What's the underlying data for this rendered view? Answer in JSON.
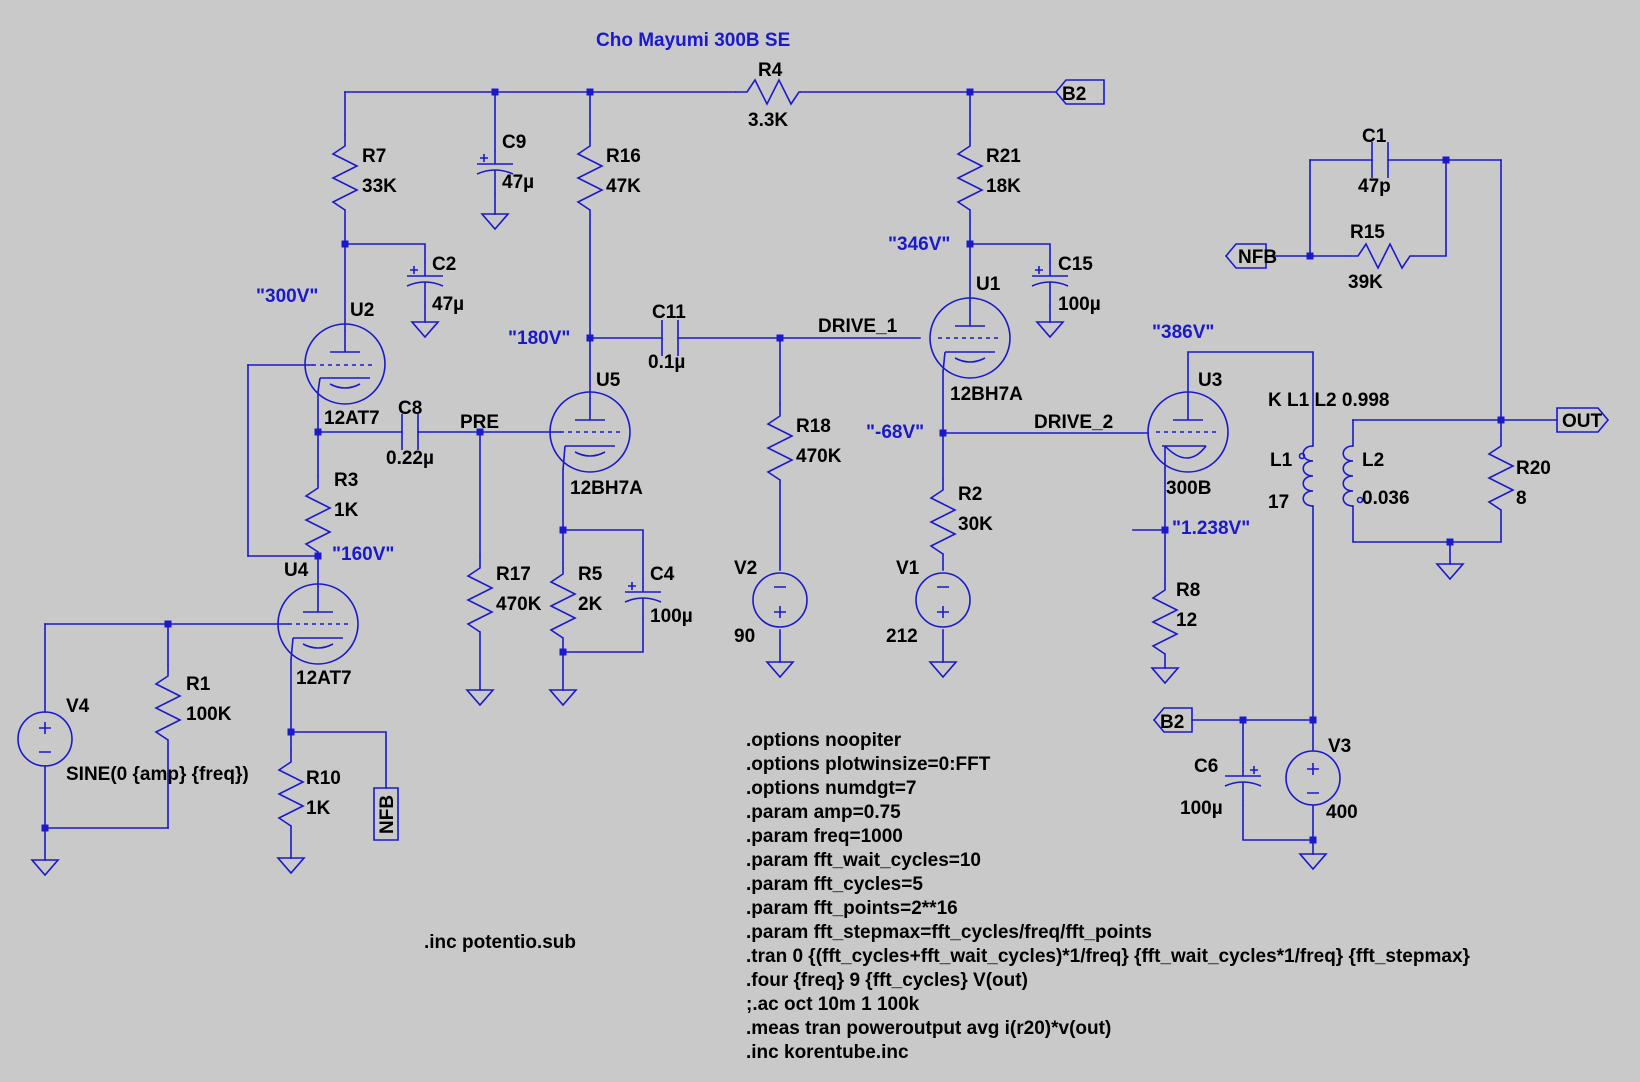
{
  "title": "Cho Mayumi 300B SE",
  "colors": {
    "background": "#c9c9c9",
    "wire": "#1a1acc",
    "label": "#000000",
    "annotation": "#1a1acc"
  },
  "components": {
    "R1": {
      "name": "R1",
      "value": "100K"
    },
    "R2": {
      "name": "R2",
      "value": "30K"
    },
    "R3": {
      "name": "R3",
      "value": "1K"
    },
    "R4": {
      "name": "R4",
      "value": "3.3K"
    },
    "R5": {
      "name": "R5",
      "value": "2K"
    },
    "R7": {
      "name": "R7",
      "value": "33K"
    },
    "R8": {
      "name": "R8",
      "value": "12"
    },
    "R10": {
      "name": "R10",
      "value": "1K"
    },
    "R15": {
      "name": "R15",
      "value": "39K"
    },
    "R16": {
      "name": "R16",
      "value": "47K"
    },
    "R17": {
      "name": "R17",
      "value": "470K"
    },
    "R18": {
      "name": "R18",
      "value": "470K"
    },
    "R20": {
      "name": "R20",
      "value": "8"
    },
    "R21": {
      "name": "R21",
      "value": "18K"
    },
    "C1": {
      "name": "C1",
      "value": "47p"
    },
    "C2": {
      "name": "C2",
      "value": "47µ"
    },
    "C4": {
      "name": "C4",
      "value": "100µ"
    },
    "C6": {
      "name": "C6",
      "value": "100µ"
    },
    "C8": {
      "name": "C8",
      "value": "0.22µ"
    },
    "C9": {
      "name": "C9",
      "value": "47µ"
    },
    "C11": {
      "name": "C11",
      "value": "0.1µ"
    },
    "C15": {
      "name": "C15",
      "value": "100µ"
    },
    "U1": {
      "name": "U1",
      "value": "12BH7A"
    },
    "U2": {
      "name": "U2",
      "value": "12AT7"
    },
    "U3": {
      "name": "U3",
      "value": "300B"
    },
    "U4": {
      "name": "U4",
      "value": "12AT7"
    },
    "U5": {
      "name": "U5",
      "value": "12BH7A"
    },
    "V1": {
      "name": "V1",
      "value": "212"
    },
    "V2": {
      "name": "V2",
      "value": "90"
    },
    "V3": {
      "name": "V3",
      "value": "400"
    },
    "V4": {
      "name": "V4",
      "value": "SINE(0 {amp} {freq})"
    },
    "L1": {
      "name": "L1",
      "value": "17"
    },
    "L2": {
      "name": "L2",
      "value": "0.036"
    }
  },
  "coupling": "K L1 L2 0.998",
  "nets": {
    "pre": "PRE",
    "drive1": "DRIVE_1",
    "drive2": "DRIVE_2",
    "b2": "B2",
    "out": "OUT",
    "nfb": "NFB"
  },
  "voltages": {
    "v300": "\"300V\"",
    "v180": "\"180V\"",
    "v160": "\"160V\"",
    "v346": "\"346V\"",
    "v386": "\"386V\"",
    "vneg68": "\"-68V\"",
    "v1238": "\"1.238V\""
  },
  "inc_potentio": ".inc potentio.sub",
  "directives": [
    ".options noopiter",
    ".options plotwinsize=0:FFT",
    ".options numdgt=7",
    ".param amp=0.75",
    ".param freq=1000",
    ".param fft_wait_cycles=10",
    ".param fft_cycles=5",
    ".param fft_points=2**16",
    ".param fft_stepmax=fft_cycles/freq/fft_points",
    ".tran 0 {(fft_cycles+fft_wait_cycles)*1/freq} {fft_wait_cycles*1/freq} {fft_stepmax}",
    ".four {freq} 9 {fft_cycles} V(out)",
    ";.ac oct 10m 1 100k",
    ".meas tran poweroutput avg i(r20)*v(out)",
    ".inc korentube.inc"
  ]
}
